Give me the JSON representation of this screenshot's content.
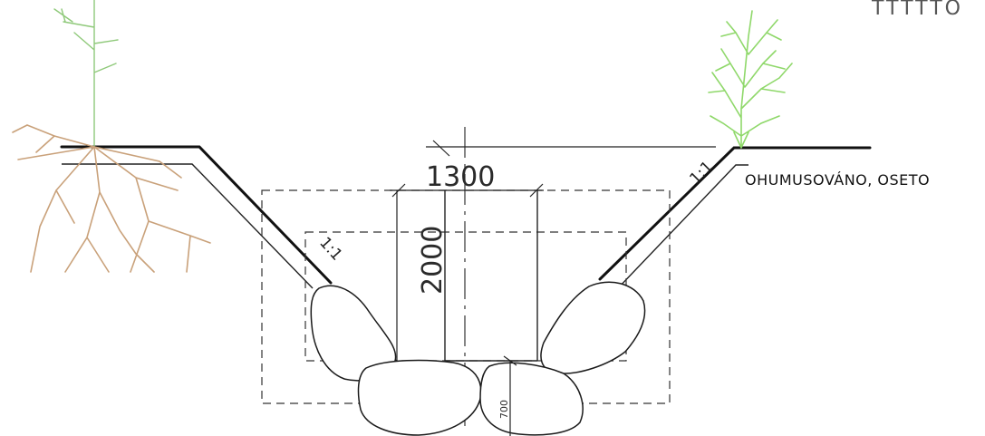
{
  "drawing": {
    "title_partial": "TTTTTO",
    "note_surface": "OHUMUSOVÁNO, OSETO",
    "slope_left": "1:1",
    "slope_right": "1:1",
    "dim_width": "1300",
    "dim_height": "2000",
    "dim_bottom": "700"
  }
}
